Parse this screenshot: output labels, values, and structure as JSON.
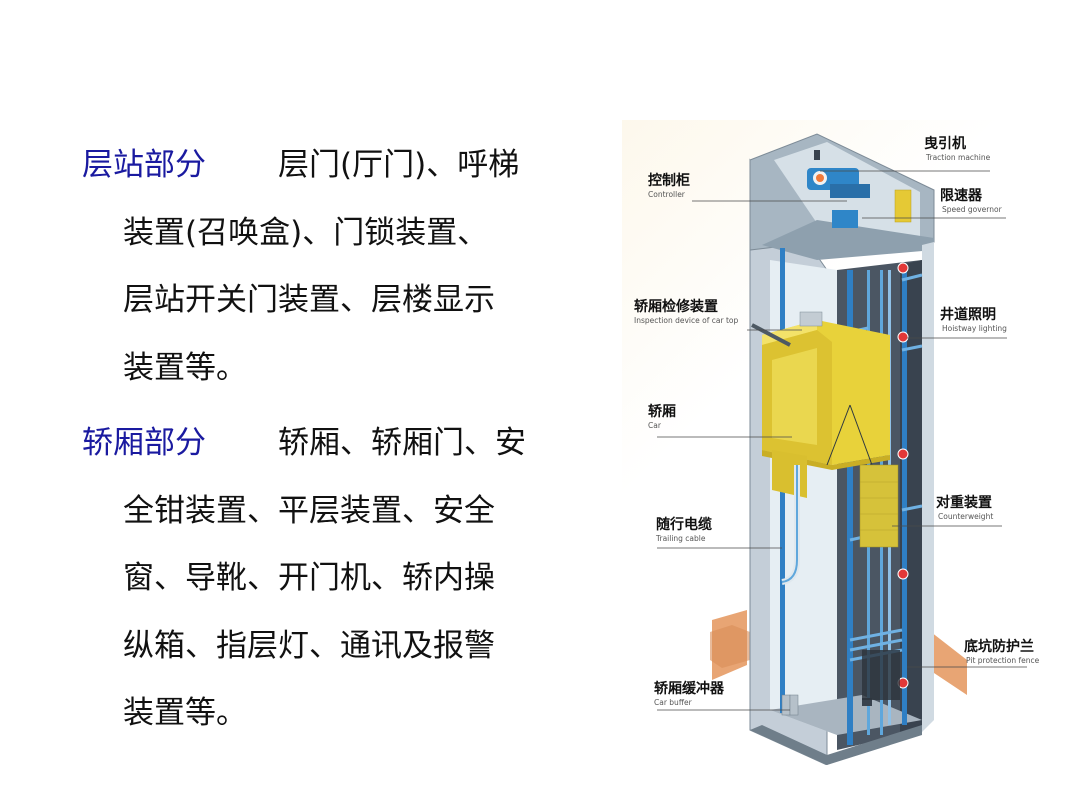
{
  "slide": {
    "sections": [
      {
        "heading": "层站部分",
        "lines": [
          "层门(厅门)、呼梯",
          "装置(召唤盒)、门锁装置、",
          "层站开关门装置、层楼显示",
          "装置等。"
        ]
      },
      {
        "heading": "轿厢部分",
        "lines": [
          "轿厢、轿厢门、安",
          "全钳装置、平层装置、安全",
          "窗、导靴、开门机、轿内操",
          "纵箱、指层灯、通讯及报警",
          "装置等。"
        ]
      }
    ],
    "colors": {
      "heading": "#1a1aa0",
      "body": "#111111",
      "car_yellow": "#e8d23a",
      "rail_blue": "#2f7fc4",
      "shaft_gray": "#c9d3dc",
      "pit_fence": "#e2a070"
    }
  },
  "figure": {
    "labels": [
      {
        "zh": "曳引机",
        "en": "Traction machine"
      },
      {
        "zh": "控制柜",
        "en": "Controller"
      },
      {
        "zh": "限速器",
        "en": "Speed governor"
      },
      {
        "zh": "轿厢检修装置",
        "en": "Inspection device of car top"
      },
      {
        "zh": "井道照明",
        "en": "Hoistway lighting"
      },
      {
        "zh": "轿厢",
        "en": "Car"
      },
      {
        "zh": "对重装置",
        "en": "Counterweight"
      },
      {
        "zh": "随行电缆",
        "en": "Trailing cable"
      },
      {
        "zh": "底坑防护兰",
        "en": "Pit protection fence"
      },
      {
        "zh": "轿厢缓冲器",
        "en": "Car buffer"
      }
    ]
  }
}
